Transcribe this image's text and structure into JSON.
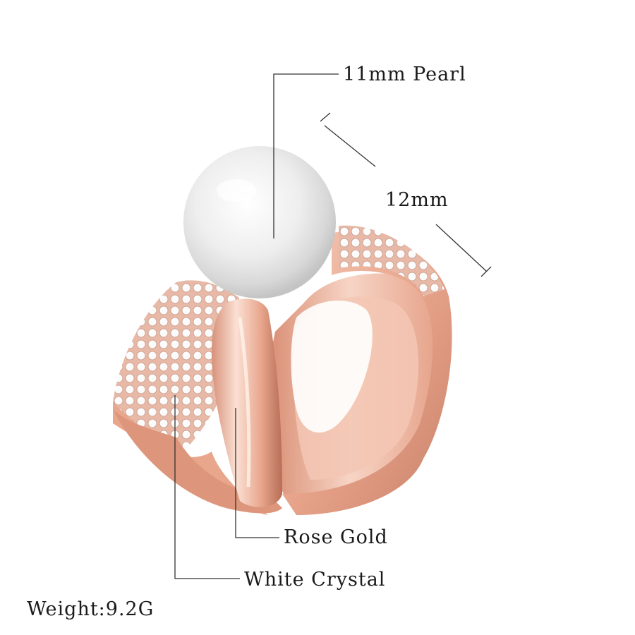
{
  "labels": {
    "pearl": "11mm Pearl",
    "size": "12mm",
    "material": "Rose Gold",
    "stones": "White Crystal",
    "weight": "Weight:9.2G"
  },
  "colors": {
    "rose_gold_light": "#f6d2c2",
    "rose_gold_mid": "#e9a98f",
    "rose_gold_dark": "#c47b63",
    "pearl": "#f2f2f2",
    "callout_line": "#333333"
  }
}
